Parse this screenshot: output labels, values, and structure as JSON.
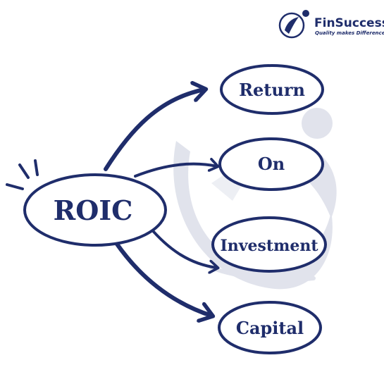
{
  "brand": {
    "name": "FinSuccess",
    "tagline": "Quality makes Difference"
  },
  "diagram": {
    "center": "ROIC",
    "nodes": [
      {
        "id": "return",
        "label": "Return"
      },
      {
        "id": "on",
        "label": "On"
      },
      {
        "id": "investment",
        "label": "Investment"
      },
      {
        "id": "capital",
        "label": "Capital"
      }
    ]
  },
  "colors": {
    "ink": "#1f2d6b",
    "watermark": "#c9cddd",
    "background": "#ffffff"
  }
}
